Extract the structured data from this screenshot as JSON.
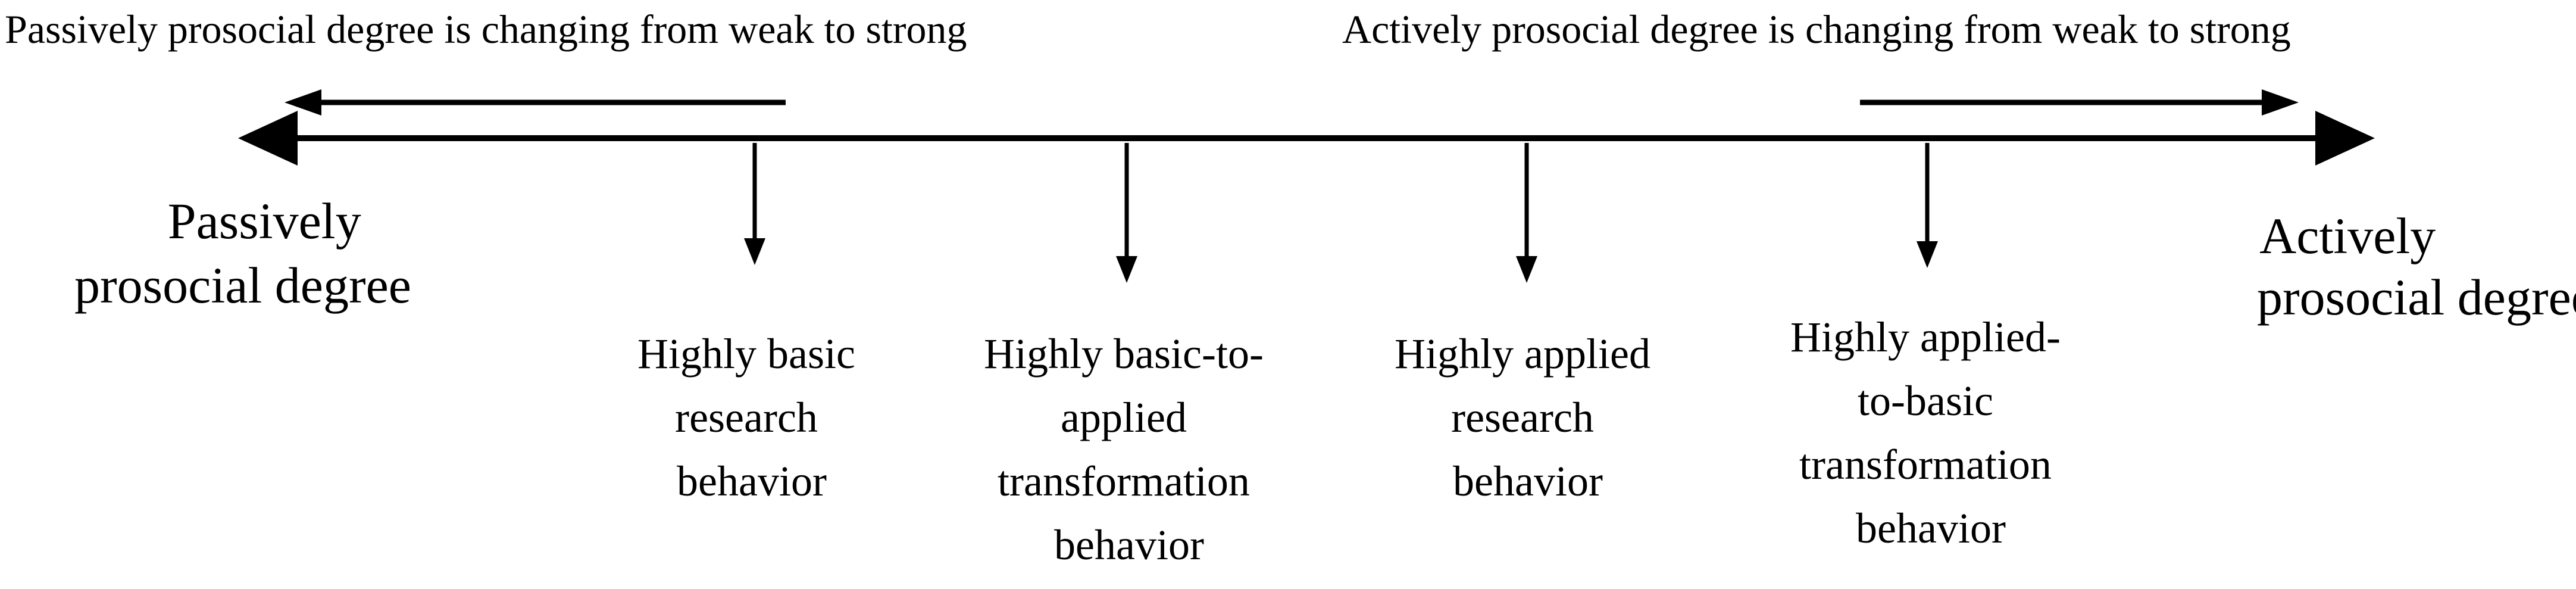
{
  "headers": {
    "left": "Passively prosocial degree is changing from weak to strong",
    "right": "Actively prosocial degree is changing from weak to strong"
  },
  "poles": {
    "left": [
      "Passively",
      "prosocial degree"
    ],
    "right": [
      "Actively",
      "prosocial degree"
    ]
  },
  "behaviors": [
    {
      "lines": [
        "Highly basic",
        "research",
        "behavior"
      ]
    },
    {
      "lines": [
        "Highly basic-to-",
        "applied",
        "transformation",
        "behavior"
      ]
    },
    {
      "lines": [
        "Highly applied",
        "research",
        "behavior"
      ]
    },
    {
      "lines": [
        "Highly applied-",
        "to-basic",
        "transformation",
        "behavior"
      ]
    }
  ]
}
